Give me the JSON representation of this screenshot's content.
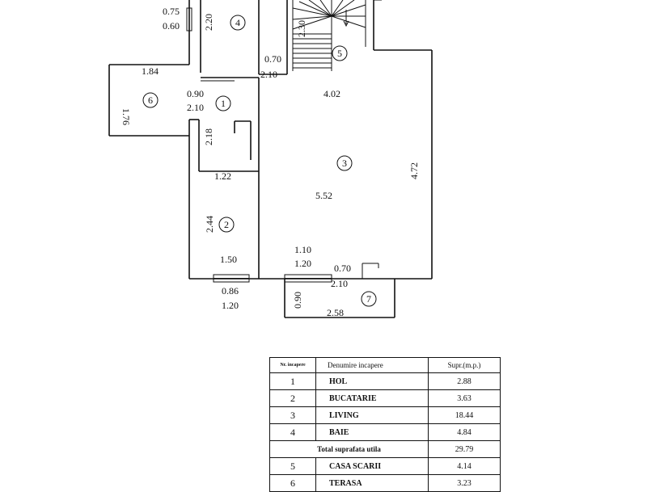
{
  "plan": {
    "dims": {
      "d075": "0.75",
      "d060": "0.60",
      "d220": "2.20",
      "d230": "2.30",
      "d070_top": "0.70",
      "d210_top": "2.10",
      "d184": "1.84",
      "d176": "1.76",
      "d090": "0.90",
      "d210_mid": "2.10",
      "d402": "4.02",
      "d218": "2.18",
      "d472": "4.72",
      "d122": "1.22",
      "d552": "5.52",
      "d244": "2.44",
      "d110": "1.10",
      "d120_mid": "1.20",
      "d150": "1.50",
      "d070_bot": "0.70",
      "d210_bot": "2.10",
      "d086": "0.86",
      "d120_bot": "1.20",
      "d090_ter": "0.90",
      "d258": "2.58"
    },
    "rooms": [
      "1",
      "2",
      "3",
      "4",
      "5",
      "6",
      "7"
    ]
  },
  "table": {
    "headers": {
      "nr": "Nr. incapere",
      "name": "Denumire incapere",
      "area": "Supr.(m.p.)"
    },
    "rows": [
      {
        "nr": "1",
        "name": "HOL",
        "area": "2.88"
      },
      {
        "nr": "2",
        "name": "BUCATARIE",
        "area": "3.63"
      },
      {
        "nr": "3",
        "name": "LIVING",
        "area": "18.44"
      },
      {
        "nr": "4",
        "name": "BAIE",
        "area": "4.84"
      }
    ],
    "total_label": "Total suprafata utila",
    "total_value": "29.79",
    "rows2": [
      {
        "nr": "5",
        "name": "CASA SCARII",
        "area": "4.14"
      },
      {
        "nr": "6",
        "name": "TERASA",
        "area": "3.23"
      }
    ]
  }
}
